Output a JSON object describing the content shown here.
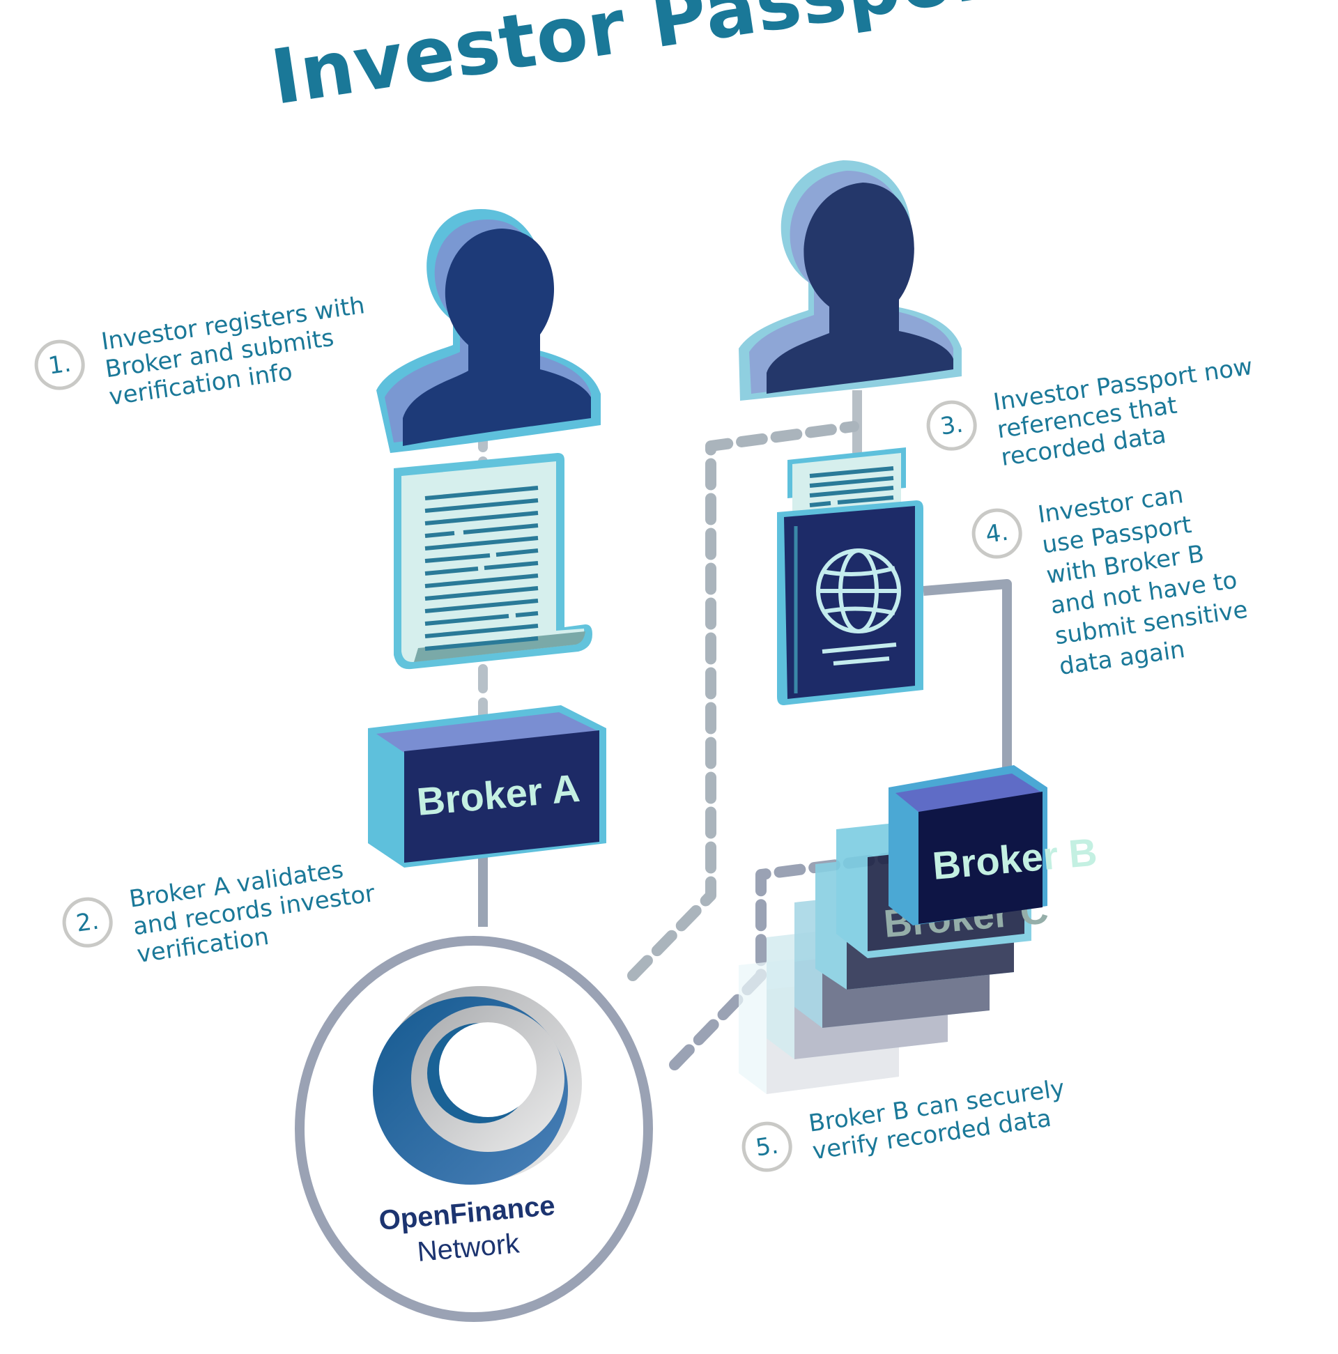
{
  "title": "Investor Passport Flow",
  "colors": {
    "title": "#1a7898",
    "step_text": "#1a7898",
    "step_circle": "#c9c9c6",
    "navy": "#1c2f6b",
    "cyan": "#5ec0dc",
    "box_label": "#c4f0e2",
    "connector": "#9aa4b4",
    "network_blue": "#1a6296",
    "network_label": "#1c3470"
  },
  "steps": [
    {
      "number": "1.",
      "lines": [
        "Investor registers with",
        "Broker and submits",
        "verification info"
      ]
    },
    {
      "number": "2.",
      "lines": [
        "Broker A validates",
        "and records investor",
        "verification"
      ]
    },
    {
      "number": "3.",
      "lines": [
        "Investor Passport now",
        "references that",
        "recorded data"
      ]
    },
    {
      "number": "4.",
      "lines": [
        "Investor can",
        "use Passport",
        "with Broker B",
        "and not have to",
        "submit sensitive",
        "data again"
      ]
    },
    {
      "number": "5.",
      "lines": [
        "Broker B can securely",
        "verify recorded data"
      ]
    }
  ],
  "nodes": {
    "investor_left": "investor",
    "investor_right": "investor",
    "document": "verification-document",
    "passport": "investor-passport",
    "broker_a": "Broker A",
    "broker_b": "Broker B",
    "broker_c": "Broker C",
    "network_name": "OpenFinance",
    "network_sub": "Network"
  }
}
